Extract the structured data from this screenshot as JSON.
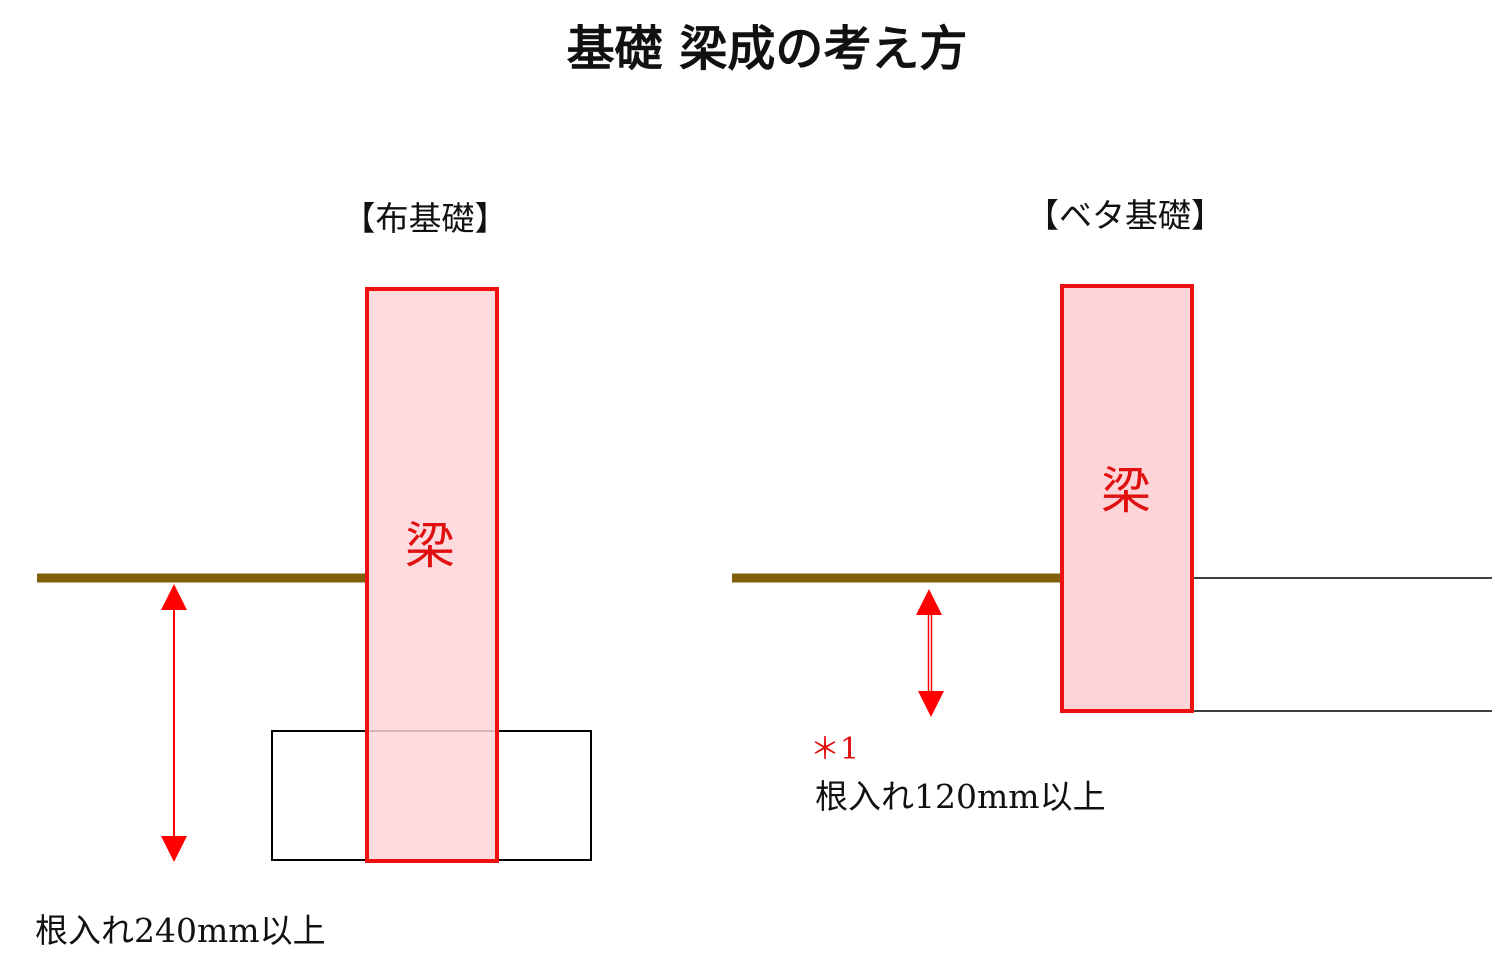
{
  "title": "基礎 梁成の考え方",
  "left": {
    "heading": "【布基礎】",
    "beam_label": "梁",
    "embed_label": "根入れ240mm以上"
  },
  "right": {
    "heading": "【ベタ基礎】",
    "beam_label": "梁",
    "note_mark": "＊1",
    "embed_label": "根入れ120mm以上"
  },
  "colors": {
    "beam_stroke": "#ee1111",
    "beam_fill": "#fdd5d8",
    "ground": "#80600a",
    "arrow": "#ff0000",
    "outline": "#000000"
  }
}
